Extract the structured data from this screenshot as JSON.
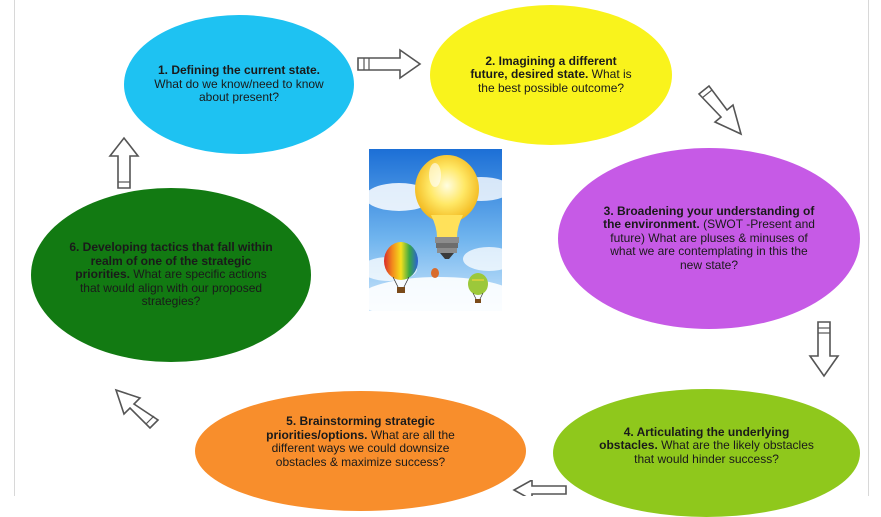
{
  "steps": [
    {
      "title": "1. Defining the current state.",
      "desc": " What do we know/need to know about present?",
      "color": "#1ec2f2"
    },
    {
      "title": "2. Imagining a different future, desired state.",
      "desc": " What is the best possible outcome?",
      "color": "#f9f31c"
    },
    {
      "title": "3. Broadening your understanding of the environment.",
      "desc": " (SWOT -Present and future) What are pluses & minuses of what we are contemplating in this the new state?",
      "color": "#c65ae6"
    },
    {
      "title": "4. Articulating the underlying obstacles.",
      "desc": " What are the likely obstacles that would hinder success?",
      "color": "#8fc81c"
    },
    {
      "title": "5. Brainstorming strategic priorities/options.",
      "desc": " What are all the different ways we could downsize obstacles & maximize success?",
      "color": "#f88e2c"
    },
    {
      "title": "6. Developing tactics that fall within realm of one of the strategic priorities.",
      "desc": " What are specific actions that would align with our proposed strategies?",
      "color": "#127a12"
    }
  ],
  "center_image": {
    "icon": "lightbulb-balloons-icon"
  }
}
